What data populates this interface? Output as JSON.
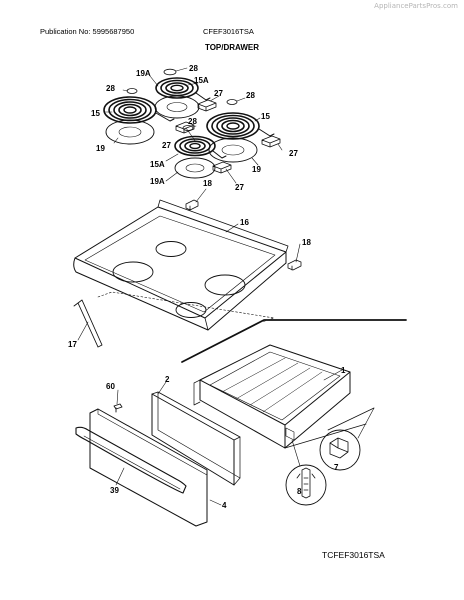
{
  "watermark": "AppliancePartsPros.com",
  "header": {
    "publication": "Publication No: 5995687950",
    "model": "CFEF3016TSA",
    "section": "TOP/DRAWER"
  },
  "callouts": {
    "c28a": "28",
    "c19a1": "19A",
    "c15a1": "15A",
    "c28b": "28",
    "c27a": "27",
    "c28c": "28",
    "c15l": "15",
    "c15r": "15",
    "c19l": "19",
    "c27b": "27",
    "c28d": "28",
    "c19r": "19",
    "c27r": "27",
    "c15a2": "15A",
    "c19a2": "19A",
    "c18a": "18",
    "c27c": "27",
    "c16": "16",
    "c18b": "18",
    "c17": "17",
    "c1": "1",
    "c60": "60",
    "c2": "2",
    "c7": "7",
    "c8": "8",
    "c39": "39",
    "c4": "4"
  },
  "footer_code": "TCFEF3016TSA"
}
